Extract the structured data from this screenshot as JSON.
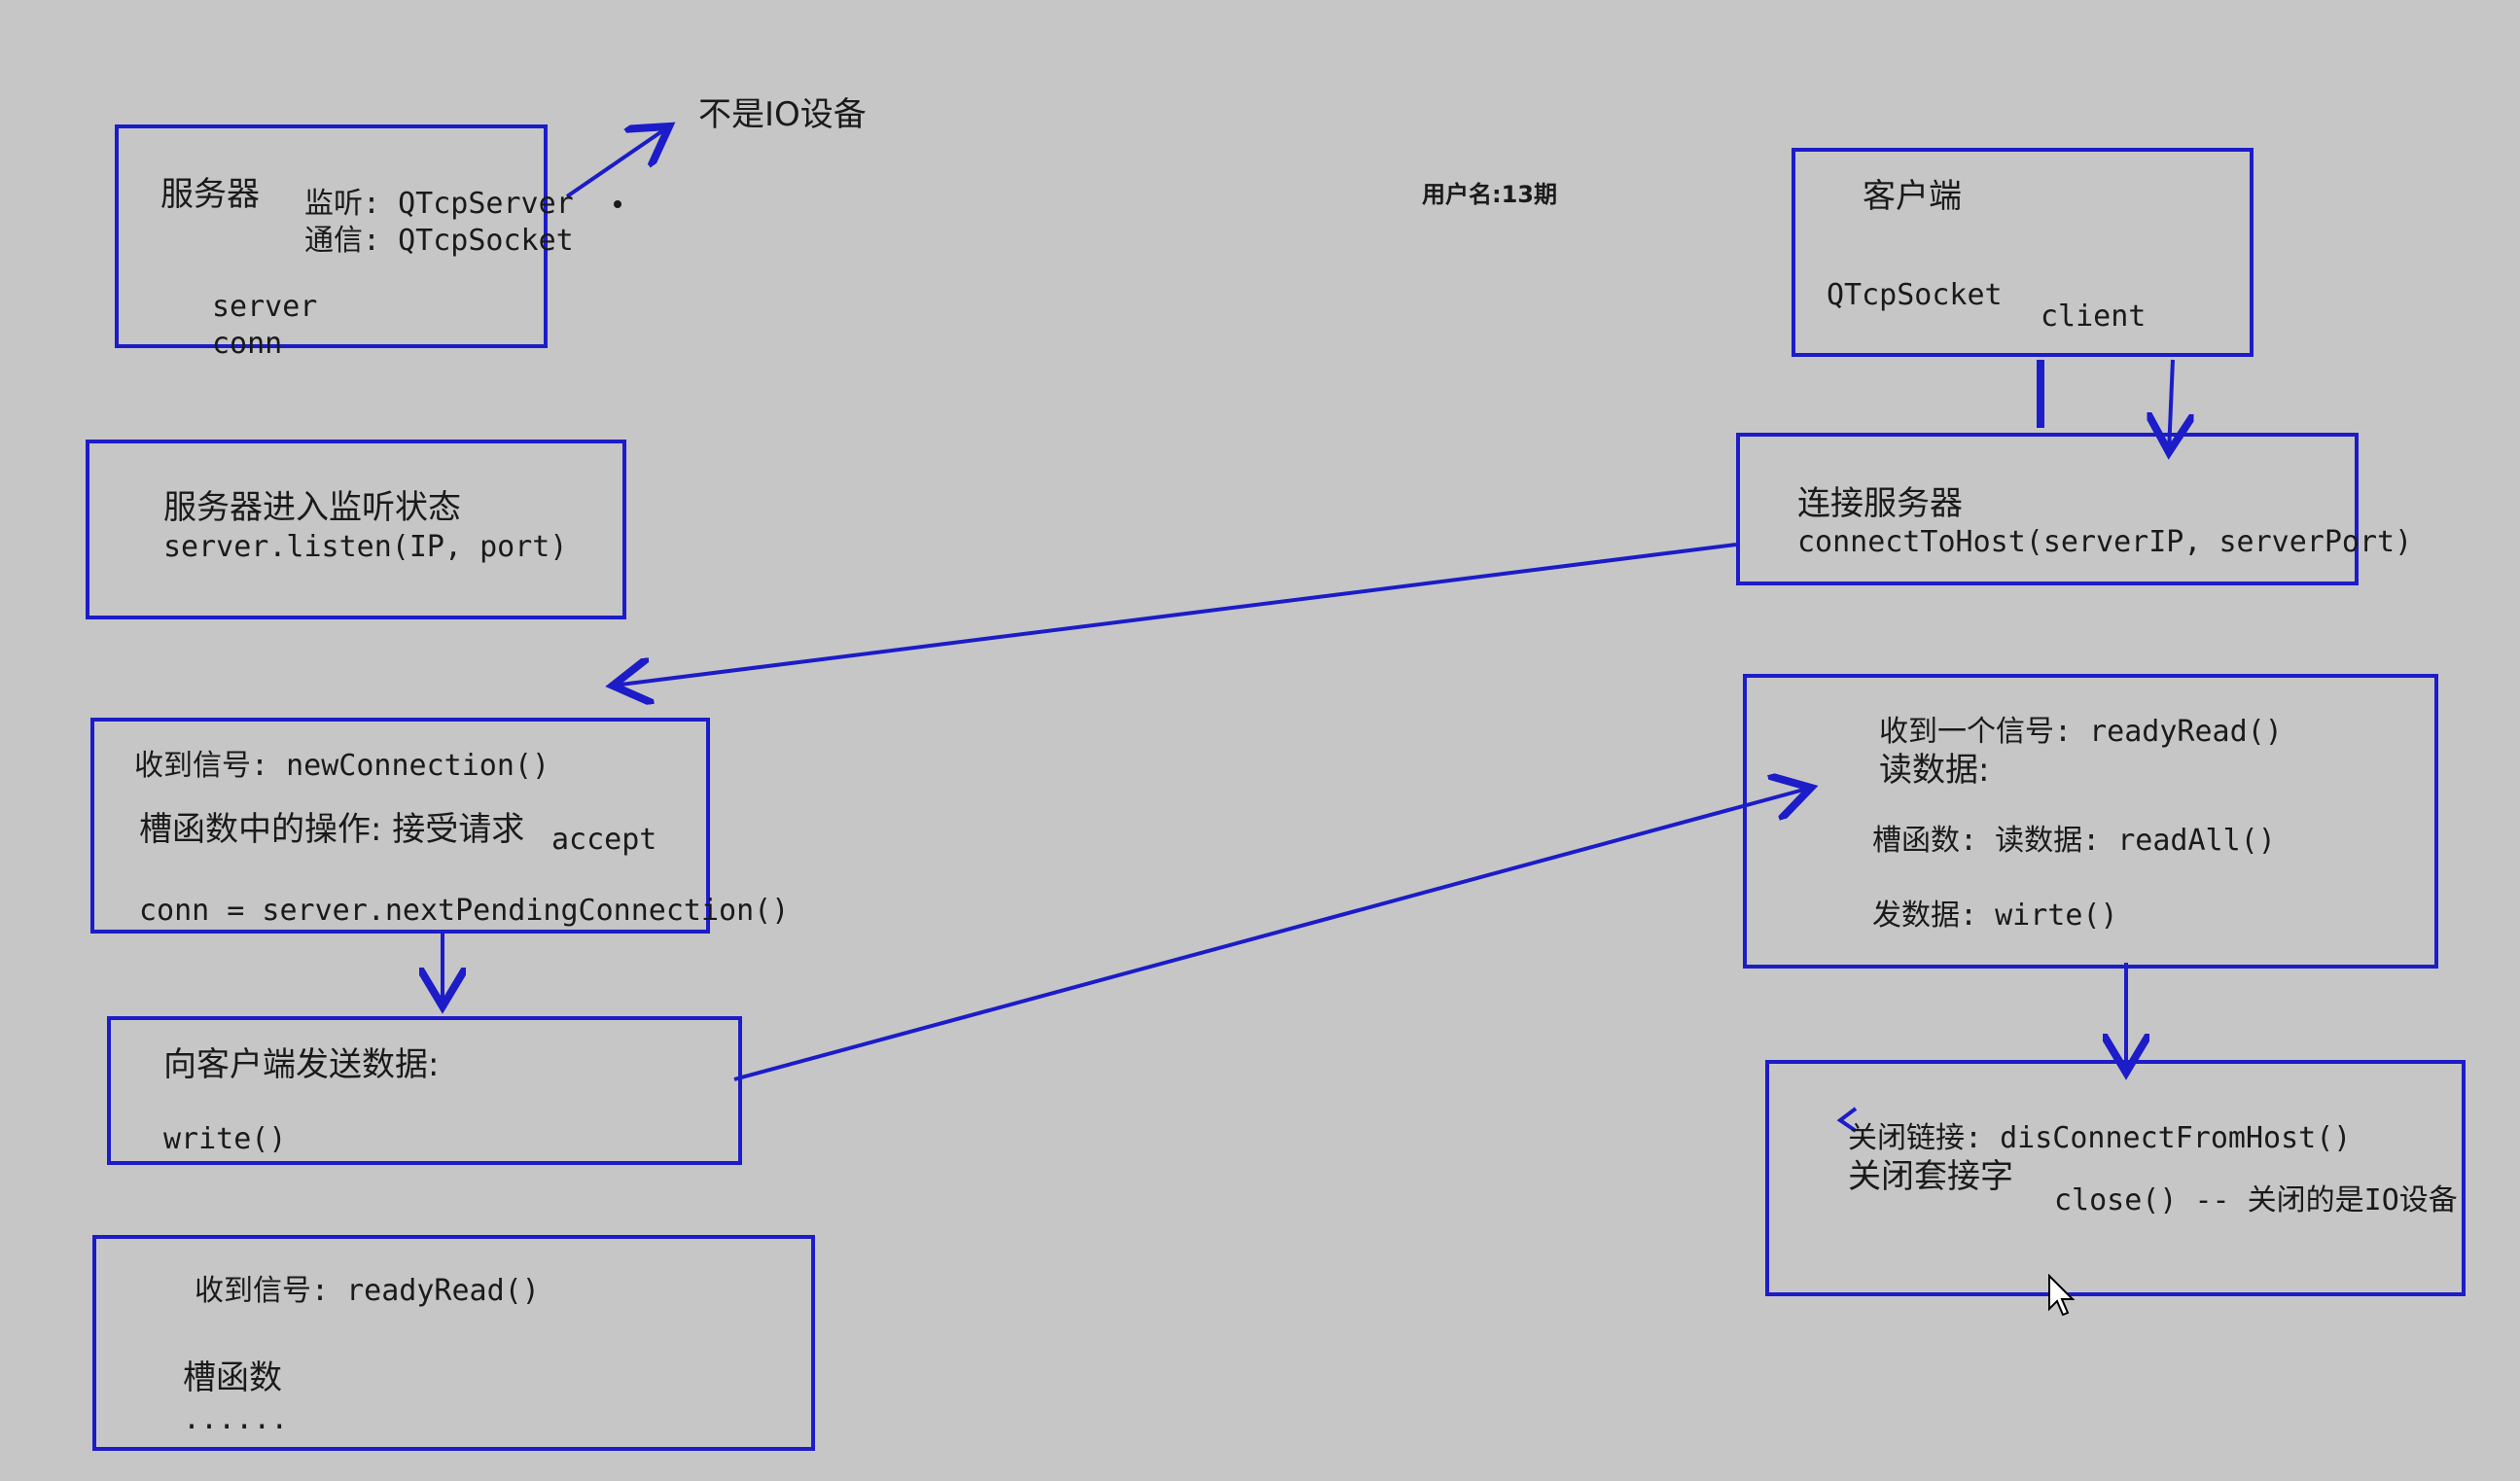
{
  "annotation": {
    "not_io_device": "不是IO设备",
    "username": "用户名:13期"
  },
  "server": {
    "title": "服务器",
    "listen_line": "监听: QTcpServer",
    "comm_line": "通信: QTcpSocket",
    "var_server": "server",
    "var_conn": "conn"
  },
  "listen_box": {
    "title": "服务器进入监听状态",
    "code": "server.listen(IP, port)"
  },
  "new_conn_box": {
    "signal": "收到信号: newConnection()",
    "slot": "槽函数中的操作: 接受请求",
    "accept": "accept",
    "code": "conn = server.nextPendingConnection()"
  },
  "send_box": {
    "title": "向客户端发送数据:",
    "code": "write()"
  },
  "server_read_box": {
    "signal": "收到信号: readyRead()",
    "slot": "槽函数",
    "dots": "......"
  },
  "client": {
    "title": "客户端",
    "class_name": "QTcpSocket",
    "var_client": "client"
  },
  "connect_box": {
    "title": "连接服务器",
    "code": "connectToHost(serverIP, serverPort)"
  },
  "client_read_box": {
    "signal": "收到一个信号: readyRead()",
    "read": "读数据:",
    "slot": "槽函数: 读数据: readAll()",
    "send": "发数据: wirte()"
  },
  "close_box": {
    "line1": "关闭链接: disConnectFromHost()",
    "line2": "关闭套接字",
    "close_code": "close() -- 关闭的是IO设备"
  },
  "colors": {
    "background": "#c6c6c6",
    "stroke": "#1c1cc8",
    "text": "#1a1a1a"
  }
}
